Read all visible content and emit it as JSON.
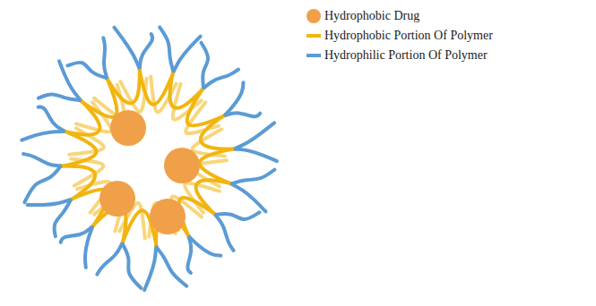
{
  "diagram": {
    "legend": [
      {
        "text": "Hydrophobic Drug",
        "color": "#f0a048"
      },
      {
        "text": "Hydrophobic Portion Of Polymer"
      },
      {
        "text": "Hydrophilic Portion Of Polymer"
      }
    ]
  }
}
